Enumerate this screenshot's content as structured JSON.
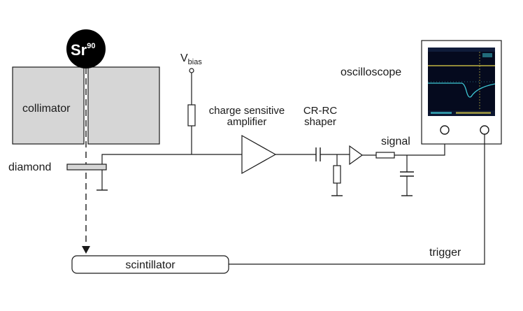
{
  "source": {
    "symbol": "Sr",
    "superscript": "90"
  },
  "labels": {
    "collimator": "collimator",
    "diamond": "diamond",
    "vbias_main": "V",
    "vbias_sub": "bias",
    "charge_amp_line1": "charge sensitive",
    "charge_amp_line2": "amplifier",
    "shaper_line1": "CR-RC",
    "shaper_line2": "shaper",
    "signal": "signal",
    "oscilloscope": "oscilloscope",
    "trigger": "trigger",
    "scintillator": "scintillator"
  },
  "colors": {
    "collimator_fill": "#d6d6d6",
    "stroke": "#1a1a1a",
    "screen_bg": "#050a1e",
    "trace_cyan": "#3ec9d6",
    "trace_yellow": "#e8d84a"
  }
}
